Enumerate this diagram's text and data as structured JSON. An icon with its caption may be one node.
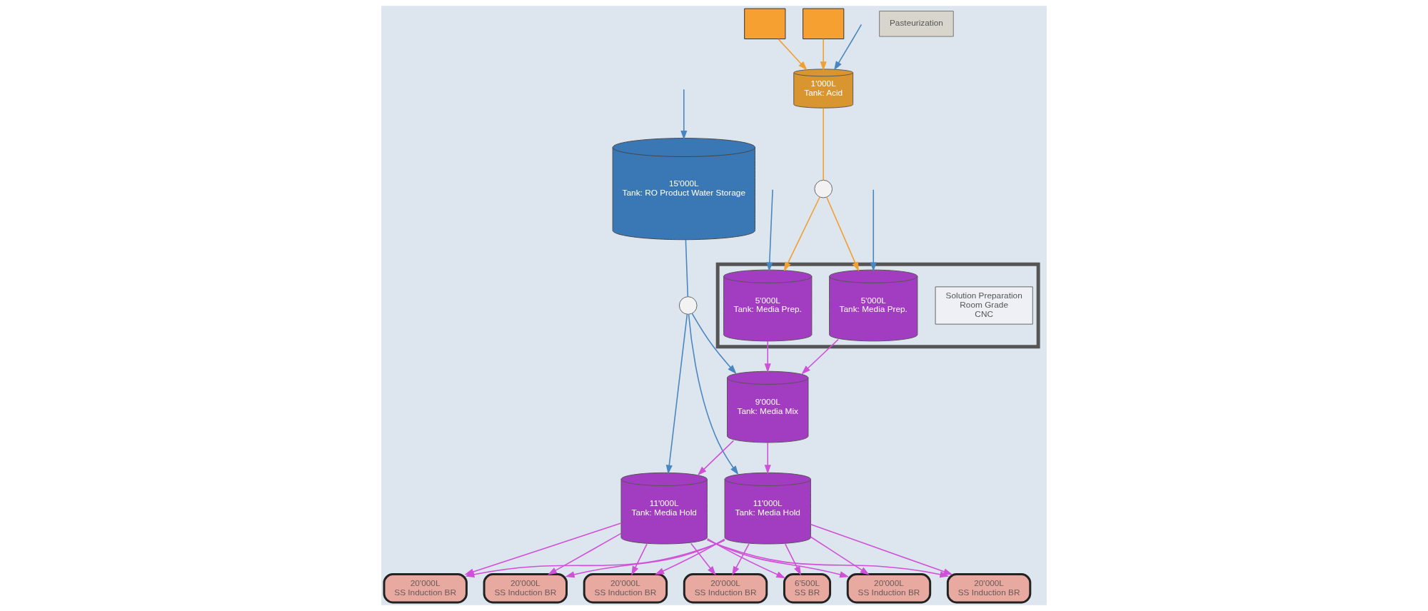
{
  "diagram": {
    "nodes": [
      {
        "text": [
          "20'000L",
          "SS Induction BR"
        ]
      },
      {
        "text": [
          "20'000L",
          "SS Induction BR"
        ]
      },
      {
        "text": [
          "20'000L",
          "SS Induction BR"
        ]
      },
      {
        "text": [
          "20'000L",
          "SS Induction BR"
        ]
      },
      {
        "text": [
          "20'000L",
          "SS Induction BR"
        ]
      },
      {
        "text": [
          "20'000L",
          "SS Induction BR"
        ]
      },
      {
        "text": [
          "6'500L",
          "SS BR"
        ]
      },
      {
        "text": [
          "1'000L",
          "Tank: Acid"
        ]
      },
      {
        "text": [],
        "shape": "box"
      },
      {
        "text": [],
        "shape": "box"
      },
      {
        "text": [],
        "shape": "circle"
      },
      {
        "text": [
          "15'000L",
          "Tank: RO Product Water Storage"
        ]
      },
      {
        "text": [],
        "shape": "circle"
      },
      {
        "text": [
          "11'000L",
          "Tank: Media Hold"
        ]
      },
      {
        "text": [
          "11'000L",
          "Tank: Media Hold"
        ]
      },
      {
        "text": [
          "9'000L",
          "Tank: Media Mix"
        ]
      },
      {
        "text": [
          "Pasteurization"
        ]
      },
      {
        "text": [],
        "shape": "box"
      },
      {
        "text": [
          "Solution Preparation",
          "Room Grade",
          "CNC"
        ],
        "in": 17
      },
      {
        "text": [
          "5'000L",
          "Tank: Media Prep."
        ],
        "in": 17
      },
      {
        "text": [
          "5'000L",
          "Tank: Media Prep."
        ],
        "in": 17
      }
    ],
    "edges": [
      {
        "from": null,
        "to": 7,
        "arrow": "to",
        "color": "#4a86c0"
      },
      {
        "from": 8,
        "to": 7,
        "arrow": "to",
        "color": "#f0a030"
      },
      {
        "from": 9,
        "to": 7,
        "arrow": "to",
        "color": "#f0a030"
      },
      {
        "from": 7,
        "to": 10,
        "arrow": "none",
        "color": "#f0a030"
      },
      {
        "from": 10,
        "to": 19,
        "arrow": "to",
        "color": "#f0a030"
      },
      {
        "from": 10,
        "to": 20,
        "arrow": "to",
        "color": "#f0a030"
      },
      {
        "from": null,
        "to": 11,
        "arrow": "to",
        "color": "#4a86c0"
      },
      {
        "from": 11,
        "to": 12,
        "arrow": "none",
        "color": "#4a86c0"
      },
      {
        "from": 12,
        "to": 13,
        "arrow": "to",
        "color": "#4a86c0"
      },
      {
        "from": 12,
        "to": 14,
        "arrow": "to",
        "color": "#4a86c0"
      },
      {
        "from": 12,
        "to": 15,
        "arrow": "to",
        "color": "#4a86c0"
      },
      {
        "from": null,
        "to": 19,
        "arrow": "to",
        "color": "#4a86c0"
      },
      {
        "from": null,
        "to": 20,
        "arrow": "to",
        "color": "#4a86c0"
      },
      {
        "from": 19,
        "to": 15,
        "arrow": "to"
      },
      {
        "from": 20,
        "to": 15,
        "arrow": "to"
      },
      {
        "from": 15,
        "to": 13,
        "arrow": "to"
      },
      {
        "from": 15,
        "to": 14,
        "arrow": "to"
      },
      {
        "from": 13,
        "to": 0,
        "arrow": "to"
      },
      {
        "from": 13,
        "to": 1,
        "arrow": "to"
      },
      {
        "from": 13,
        "to": 2,
        "arrow": "to"
      },
      {
        "from": 13,
        "to": 3,
        "arrow": "to"
      },
      {
        "from": 13,
        "to": 4,
        "arrow": "to"
      },
      {
        "from": 13,
        "to": 5,
        "arrow": "to"
      },
      {
        "from": 13,
        "to": 6,
        "arrow": "to"
      },
      {
        "from": 14,
        "to": 0,
        "arrow": "to"
      },
      {
        "from": 14,
        "to": 1,
        "arrow": "to"
      },
      {
        "from": 14,
        "to": 2,
        "arrow": "to"
      },
      {
        "from": 14,
        "to": 3,
        "arrow": "to"
      },
      {
        "from": 14,
        "to": 4,
        "arrow": "to"
      },
      {
        "from": 14,
        "to": 5,
        "arrow": "to"
      },
      {
        "from": 14,
        "to": 6,
        "arrow": "to"
      }
    ]
  }
}
